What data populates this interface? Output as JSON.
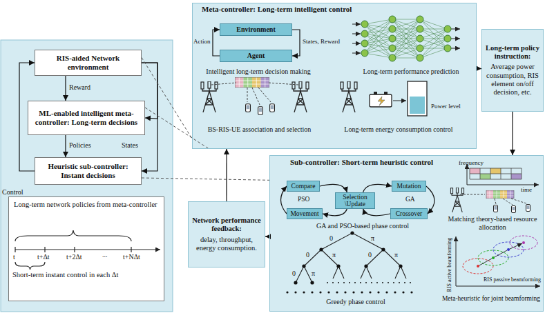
{
  "diagram": {
    "nodes": [
      {
        "text": [
          "RIS-aided Network environment"
        ]
      },
      {
        "text": [
          "ML-enabled intelligent meta-controller: Long-term decisions"
        ]
      },
      {
        "text": [
          "Heuristic sub-controller: Instant decisions"
        ]
      },
      {
        "text": [
          "Long-term network policies from meta-controller",
          "Short-term instant control in each Δt"
        ]
      },
      {
        "text": [
          "Meta-controller: Long-term intelligent control",
          "Intelligent long-term decision making",
          "Long-term performance prediction",
          "BS-RIS-UE association and selection",
          "Long-term energy consumption control"
        ]
      },
      {
        "text": [
          "Environment"
        ],
        "in": 4
      },
      {
        "text": [
          "Agent"
        ],
        "in": 4
      },
      {
        "text": [
          "Long-term policy instruction:",
          "Average power consumption, RIS element on/off decision, etc."
        ]
      },
      {
        "text": [
          "Sub-controller: Short-term heuristic control",
          "GA and PSO-based phase control",
          "Matching theory-based resource allocation",
          "Greedy phase control",
          "Meta-heuristic for joint beamforming"
        ]
      },
      {
        "text": [
          "Compare"
        ],
        "in": 8
      },
      {
        "text": [
          "Selection \\Update"
        ],
        "in": 8
      },
      {
        "text": [
          "Mutation"
        ],
        "in": 8
      },
      {
        "text": [
          "Movement"
        ],
        "in": 8
      },
      {
        "text": [
          "Crossover"
        ],
        "in": 8
      },
      {
        "text": [
          "Network performance feedback:",
          "delay, throughput, energy consumption."
        ]
      }
    ],
    "edges": [
      {
        "from": 0,
        "to": 1,
        "label": "Reward",
        "arrow": "to"
      },
      {
        "from": 1,
        "to": 2,
        "label": "Policies",
        "arrow": "to"
      },
      {
        "from": 2,
        "to": 0,
        "label": "Control",
        "arrow": "to"
      },
      {
        "from": 0,
        "to": 1,
        "label": "States",
        "arrow": "to"
      },
      {
        "from": 0,
        "to": 2,
        "arrow": "to"
      },
      {
        "from": 0,
        "to": 4,
        "arrow": "none"
      },
      {
        "from": 1,
        "to": 4,
        "arrow": "none"
      },
      {
        "from": 2,
        "to": 8,
        "arrow": "none"
      },
      {
        "from": 4,
        "to": 7,
        "arrow": "to"
      },
      {
        "from": 7,
        "to": 8,
        "arrow": "to"
      },
      {
        "from": 8,
        "to": 14,
        "arrow": "to"
      },
      {
        "from": 14,
        "to": 4,
        "arrow": "to"
      },
      {
        "from": 6,
        "to": 5,
        "label": "Action",
        "arrow": "to"
      },
      {
        "from": 5,
        "to": 6,
        "label": "States, Reward",
        "arrow": "to"
      },
      {
        "from": 9,
        "to": 10,
        "arrow": "to"
      },
      {
        "from": 10,
        "to": 12,
        "arrow": "to"
      },
      {
        "from": 12,
        "to": 9,
        "arrow": "to"
      },
      {
        "from": 10,
        "to": 11,
        "arrow": "to"
      },
      {
        "from": 11,
        "to": 13,
        "arrow": "to"
      },
      {
        "from": 13,
        "to": 10,
        "arrow": "to"
      }
    ],
    "labels": [
      "t",
      "t+Δt",
      "t+2Δt",
      "...",
      "t+NΔt",
      "Power level",
      "PSO",
      "GA",
      "frequency",
      "time",
      "0",
      "π",
      "0",
      "π",
      "0",
      "π",
      "0",
      "π",
      "RIS active beamforming",
      "RIS passive beamforming"
    ]
  }
}
